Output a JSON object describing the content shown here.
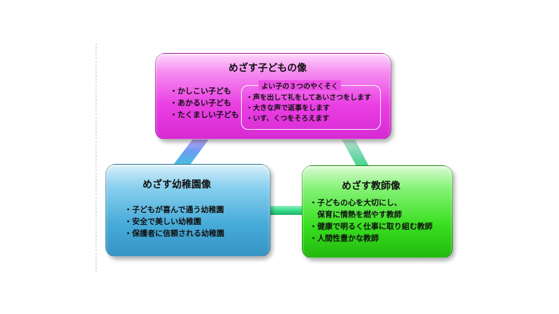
{
  "diagram": {
    "top": {
      "title": "めざす子どもの像",
      "left_items": [
        "・かしこい子ども",
        "・あかるい子ども",
        "・たくましい子ども"
      ],
      "promise": {
        "title": "よい子の３つのやくそく",
        "items": [
          "・声を出して礼をしてあいさつをします",
          "・大きな声で返事をします",
          "・いす、くつをそろえます"
        ]
      }
    },
    "left": {
      "title": "めざす幼稚園像",
      "items": [
        "・子どもが喜んで通う幼稚園",
        "・安全で美しい幼稚園",
        "・保護者に信頼される幼稚園"
      ]
    },
    "right": {
      "title": "めざす教師像",
      "items": [
        "・子どもの心を大切にし、",
        "　保育に情熱を燃やす教師",
        "・健康で明るく仕事に取り組む教師",
        "・人間性豊かな教師"
      ]
    }
  },
  "colors": {
    "top_box": "#ea3fe3",
    "left_box": "#47abd9",
    "right_box": "#38de1f",
    "connector_blue": "#5aa0ee",
    "connector_green": "#3ddc8c"
  }
}
